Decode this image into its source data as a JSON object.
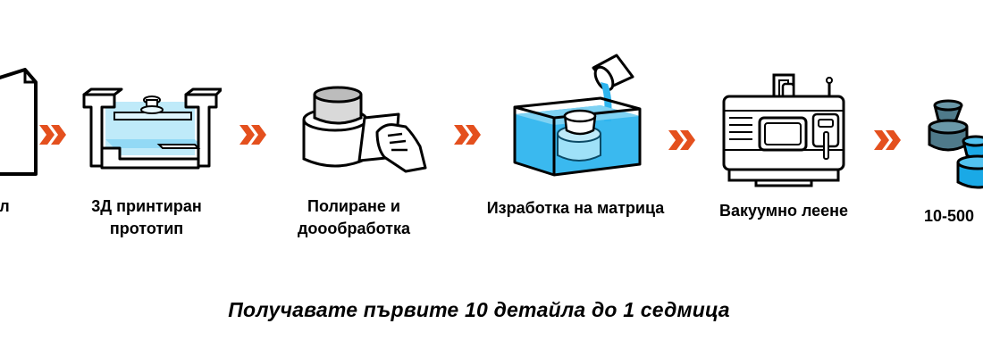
{
  "diagram": {
    "steps": [
      {
        "id": "cad-model",
        "label": "л",
        "icon": "cad-file-icon"
      },
      {
        "id": "printed-prototype",
        "label": "3Д принтиран прототип",
        "icon": "3d-printer-icon"
      },
      {
        "id": "polishing",
        "label": "Полиране и доообработка",
        "icon": "polishing-hand-icon"
      },
      {
        "id": "mold-making",
        "label": "Изработка на матрица",
        "icon": "silicone-mold-tank-icon"
      },
      {
        "id": "vacuum-casting",
        "label": "Вакуумно леене",
        "icon": "vacuum-casting-machine-icon"
      },
      {
        "id": "parts",
        "label": "10-500",
        "icon": "cast-parts-icon"
      }
    ],
    "arrow_icon": "double-chevron-right-icon",
    "caption": "Получавате първите 10 детайла до 1 седмица"
  },
  "colors": {
    "arrow": "#e4501e",
    "water": "#2fb5ee",
    "water_light": "#9fe1f8",
    "part_dark": "#4f7a8a",
    "part_blue": "#1aa9e6",
    "outline": "#000000"
  }
}
